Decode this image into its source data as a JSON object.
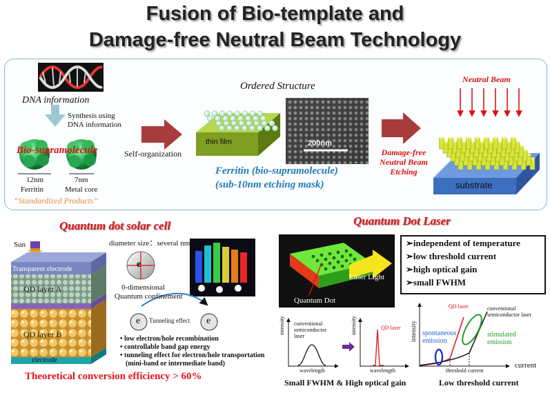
{
  "title": {
    "line1": "Fusion of Bio-template and",
    "line2": "Damage-free Neutral Beam Technology"
  },
  "top": {
    "dna_label": "DNA information",
    "synthesis_label_1": "Synthesis using",
    "synthesis_label_2": "DNA information",
    "bio_label": "Bio-supramolecule",
    "size_12": "12nm",
    "size_7": "7nm",
    "ferritin": "Ferritin",
    "metal_core": "Metal core",
    "standardized": "“Standardized Products”",
    "self_org": "Self-organization",
    "ordered": "Ordered Structure",
    "thin_film": "thin film",
    "scale_bar": "200nm",
    "ferritin_mask_1": "Ferritin (bio-supramolecule)",
    "ferritin_mask_2": "(sub-10nm etching mask)",
    "etch_1": "Damage-free",
    "etch_2": "Neutral Beam",
    "etch_3": "Etching",
    "neutral_beam": "Neutral Beam",
    "substrate": "substrate"
  },
  "solar": {
    "title": "Quantum dot solar cell",
    "sun": "Sun",
    "transparent": "Transparent electrode",
    "qd_a": "QD layer A",
    "qd_b": "QD layer B",
    "electrode": "electrode",
    "diameter": "diameter size：several nm",
    "zero_dim_1": "0-dimensional",
    "zero_dim_2": "Quantum confinement",
    "tunneling": "Tunneling effect",
    "e": "e",
    "bullets": [
      "• low electron/hole recombination",
      "• controllable band gap energy",
      "• tunneling effect for electron/hole transportation",
      "(mini-band or intermediate band)"
    ],
    "efficiency": "Theoretical conversion efficiency > 60%"
  },
  "laser": {
    "title": "Quantum Dot Laser",
    "laser_light": "Laser Light",
    "quantum_dot": "Quantum Dot",
    "features": [
      "➢independent of temperature",
      "➢low threshold current",
      "➢high optical gain",
      "➢small FWHM"
    ],
    "intensity": "intensity",
    "wavelength": "wavelength",
    "conv_1": "conventional",
    "conv_2": "semiconductor",
    "conv_3": "laser",
    "qd_laser": "QD laser",
    "caption_left": "Small FWHM & High optical gain",
    "g_conv_1": "conventional",
    "g_conv_2": "semiconductor laser",
    "spont_1": "spontaneous",
    "spont_2": "emission",
    "stim_1": "stimulated",
    "stim_2": "emission",
    "threshold": "threshold current",
    "current": "current",
    "caption_right": "Low threshold current"
  },
  "colors": {
    "red": "#e0161a",
    "blue": "#1f7ab8",
    "film_green": "#8aa82a",
    "substrate_blue": "#4a79c9"
  }
}
